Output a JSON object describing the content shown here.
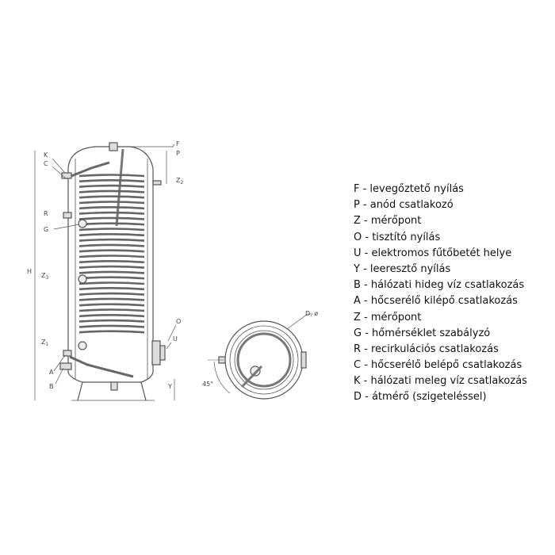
{
  "legend": [
    {
      "key": "F",
      "text": "levegőztető nyílás"
    },
    {
      "key": "P",
      "text": "anód csatlakozó"
    },
    {
      "key": "Z",
      "text": "mérőpont"
    },
    {
      "key": "O",
      "text": "tisztító nyílás"
    },
    {
      "key": "U",
      "text": "elektromos fűtőbetét helye"
    },
    {
      "key": "Y",
      "text": "leeresztő nyílás"
    },
    {
      "key": "B",
      "text": "hálózati hideg víz csatlakozás"
    },
    {
      "key": "A",
      "text": "hőcserélő kilépő csatlakozás"
    },
    {
      "key": "Z",
      "text": "mérőpont"
    },
    {
      "key": "G",
      "text": "hőmérséklet szabályzó"
    },
    {
      "key": "R",
      "text": "recirkulációs csatlakozás"
    },
    {
      "key": "C",
      "text": "hőcserélő belépő csatlakozás"
    },
    {
      "key": "K",
      "text": "hálózati meleg víz csatlakozás"
    },
    {
      "key": "D",
      "text": "átmérő (szigeteléssel)"
    }
  ],
  "legend_lines": [
    "F - levegőztető nyílás",
    "P - anód csatlakozó",
    "Z - mérőpont",
    "O - tisztító nyílás",
    "U - elektromos fűtőbetét helye",
    "Y - leeresztő nyílás",
    "B - hálózati hideg víz csatlakozás",
    "A - hőcserélő kilépő csatlakozás",
    "Z - mérőpont",
    "G - hőmérséklet szabályzó",
    "R - recirkulációs csatlakozás",
    "C - hőcserélő belépő csatlakozás",
    "K - hálózati meleg víz csatlakozás",
    "D - átmérő (szigeteléssel)"
  ],
  "callouts": {
    "F": "F",
    "P": "P",
    "Z2": "Z",
    "Z2_sub": "2",
    "K": "K",
    "C": "C",
    "R": "R",
    "G": "G",
    "Z3": "Z",
    "Z3_sub": "3",
    "Z1": "Z",
    "Z1_sub": "1",
    "O": "O",
    "U": "U",
    "A": "A",
    "B": "B",
    "H": "H",
    "Y": "Y",
    "D": "D, ø",
    "angle": "45°"
  },
  "colors": {
    "line": "#555555",
    "coil": "#666666",
    "text": "#111111"
  }
}
